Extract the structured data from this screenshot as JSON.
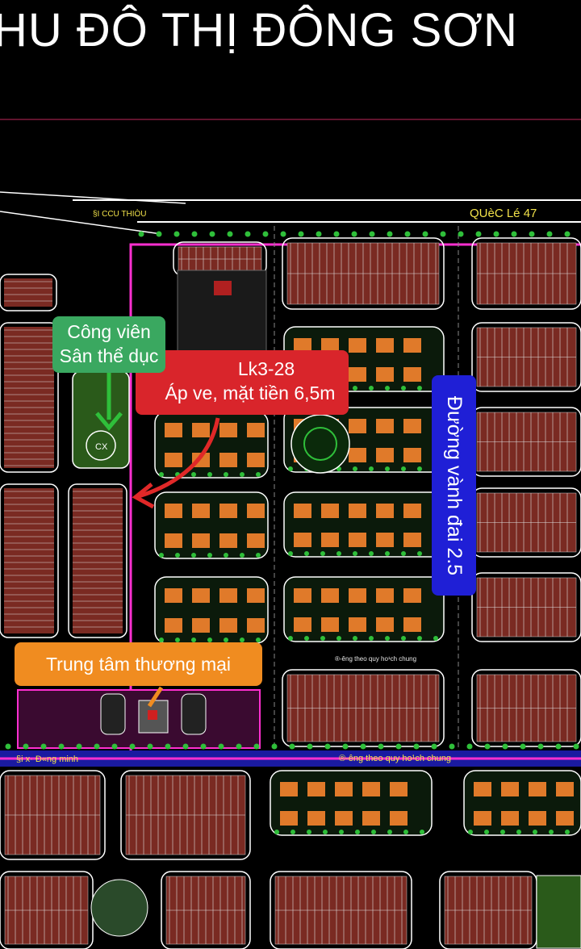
{
  "title": "HU ĐÔ THỊ ĐÔNG SƠN",
  "road_labels": {
    "north_road": "QUèC Lé 47",
    "northwest_road": "§I CCU THIÒU",
    "south_road_west": "§i x· Ð«ng minh",
    "south_road_center": "®-êng theo quy ho¹ch chung",
    "inner_road": "®-êng theo quy ho¹ch chung"
  },
  "callouts": {
    "park": {
      "line1": "Công viên",
      "line2": "Sân thể dục",
      "color": "#3aa860"
    },
    "lot": {
      "line1": "Lk3-28",
      "line2": "Áp ve, mặt tiền 6,5m",
      "color": "#d9252b"
    },
    "ring_road": {
      "text": "Đường vành đai 2.5",
      "color": "#1f1fd6"
    },
    "mall": {
      "text": "Trung tâm thương mại",
      "color": "#f08c20"
    }
  },
  "markers": {
    "park_code": "CX"
  },
  "colors": {
    "background": "#000000",
    "boundary": "#ff2fd0",
    "lot_fill": "#7a2a22",
    "villa": "#e07a2a",
    "tree": "#2fbf3a",
    "road_line": "#ffffff"
  }
}
